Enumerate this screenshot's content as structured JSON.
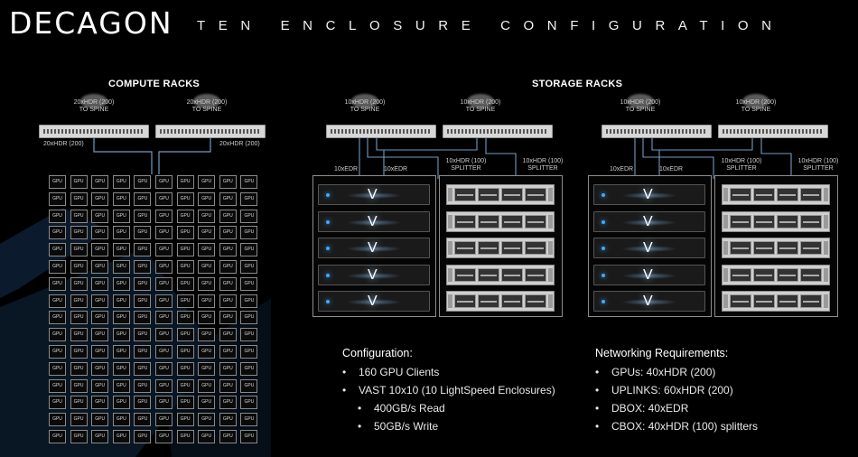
{
  "header": {
    "logo": "DECAGON",
    "subtitle": "TEN ENCLOSURE CONFIGURATION"
  },
  "compute": {
    "title": "COMPUTE RACKS",
    "switch_left_tag": [
      "20xHDR (200)",
      "TO SPINE"
    ],
    "switch_right_tag": [
      "20xHDR (200)",
      "TO SPINE"
    ],
    "left_link_label": "20xHDR (200)",
    "right_link_label": "20xHDR (200)",
    "gpu_label": "GPU",
    "grid_cols": 10,
    "grid_rows": 16
  },
  "storage": {
    "title": "STORAGE RACKS",
    "group": {
      "switch_left_tag": [
        "10xHDR (200)",
        "TO SPINE"
      ],
      "switch_right_tag": [
        "10xHDR (200)",
        "TO SPINE"
      ],
      "edr_left": "10xEDR",
      "edr_right": "10xEDR",
      "splitter_left": [
        "10xHDR (100)",
        "SPLITTER"
      ],
      "splitter_right": [
        "10xHDR (100)",
        "SPLITTER"
      ],
      "dbox_logo": "V",
      "dbox_count": 5,
      "cbox_count": 5
    }
  },
  "configuration": {
    "heading": "Configuration:",
    "items": [
      "160 GPU Clients",
      "VAST 10x10 (10 LightSpeed Enclosures)"
    ],
    "subitems": [
      "400GB/s Read",
      "50GB/s Write"
    ]
  },
  "networking": {
    "heading": "Networking Requirements:",
    "items": [
      "GPUs: 40xHDR (200)",
      "UPLINKS: 60xHDR (200)",
      "DBOX: 40xEDR",
      "CBOX: 40xHDR (100) splitters"
    ]
  },
  "bullet": "•",
  "colors": {
    "background": "#000000",
    "line_blue": "#6f9cc4",
    "accent_blue": "#3fa9ff",
    "deco_blue": "#0f2a44"
  }
}
